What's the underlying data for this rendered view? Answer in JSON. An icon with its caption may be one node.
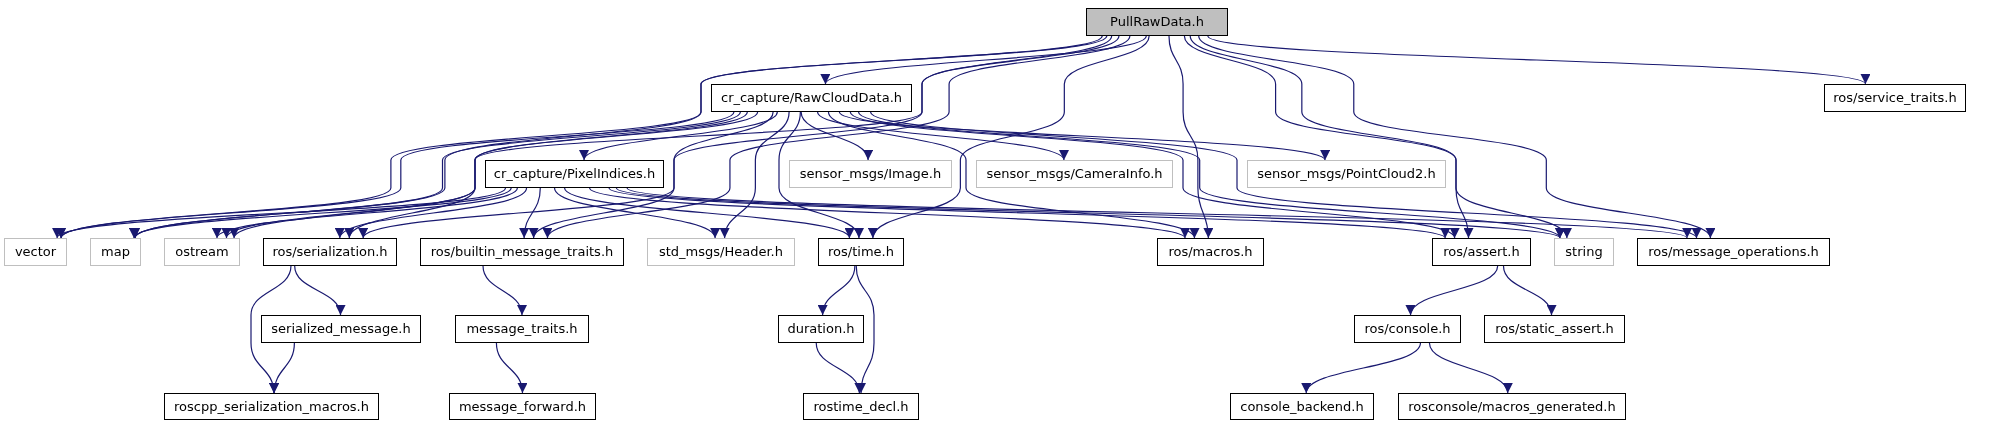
{
  "diagram": {
    "nodes": [
      {
        "text": [
          "PullRawData.h"
        ]
      },
      {
        "text": [
          "cr_capture/RawCloudData.h"
        ]
      },
      {
        "text": [
          "ros/service_traits.h"
        ]
      },
      {
        "text": [
          "cr_capture/PixelIndices.h"
        ]
      },
      {
        "text": [
          "sensor_msgs/Image.h"
        ]
      },
      {
        "text": [
          "sensor_msgs/CameraInfo.h"
        ]
      },
      {
        "text": [
          "sensor_msgs/PointCloud2.h"
        ]
      },
      {
        "text": [
          "vector"
        ]
      },
      {
        "text": [
          "map"
        ]
      },
      {
        "text": [
          "ostream"
        ]
      },
      {
        "text": [
          "ros/serialization.h"
        ]
      },
      {
        "text": [
          "ros/builtin_message_traits.h"
        ]
      },
      {
        "text": [
          "std_msgs/Header.h"
        ]
      },
      {
        "text": [
          "ros/time.h"
        ]
      },
      {
        "text": [
          "ros/macros.h"
        ]
      },
      {
        "text": [
          "ros/assert.h"
        ]
      },
      {
        "text": [
          "string"
        ]
      },
      {
        "text": [
          "ros/message_operations.h"
        ]
      },
      {
        "text": [
          "serialized_message.h"
        ]
      },
      {
        "text": [
          "message_traits.h"
        ]
      },
      {
        "text": [
          "duration.h"
        ]
      },
      {
        "text": [
          "ros/console.h"
        ]
      },
      {
        "text": [
          "ros/static_assert.h"
        ]
      },
      {
        "text": [
          "roscpp_serialization_macros.h"
        ]
      },
      {
        "text": [
          "message_forward.h"
        ]
      },
      {
        "text": [
          "rostime_decl.h"
        ]
      },
      {
        "text": [
          "console_backend.h"
        ]
      },
      {
        "text": [
          "rosconsole/macros_generated.h"
        ]
      }
    ],
    "edges": [
      {
        "from": 0,
        "to": 1,
        "arrow": "to"
      },
      {
        "from": 0,
        "to": 2,
        "arrow": "to"
      },
      {
        "from": 0,
        "to": 7,
        "arrow": "to"
      },
      {
        "from": 0,
        "to": 8,
        "arrow": "to"
      },
      {
        "from": 0,
        "to": 9,
        "arrow": "to"
      },
      {
        "from": 0,
        "to": 10,
        "arrow": "to"
      },
      {
        "from": 0,
        "to": 11,
        "arrow": "to"
      },
      {
        "from": 0,
        "to": 13,
        "arrow": "to"
      },
      {
        "from": 0,
        "to": 14,
        "arrow": "to"
      },
      {
        "from": 0,
        "to": 15,
        "arrow": "to"
      },
      {
        "from": 0,
        "to": 16,
        "arrow": "to"
      },
      {
        "from": 0,
        "to": 17,
        "arrow": "to"
      },
      {
        "from": 1,
        "to": 3,
        "arrow": "to"
      },
      {
        "from": 1,
        "to": 4,
        "arrow": "to"
      },
      {
        "from": 1,
        "to": 5,
        "arrow": "to"
      },
      {
        "from": 1,
        "to": 6,
        "arrow": "to"
      },
      {
        "from": 1,
        "to": 7,
        "arrow": "to"
      },
      {
        "from": 1,
        "to": 8,
        "arrow": "to"
      },
      {
        "from": 1,
        "to": 9,
        "arrow": "to"
      },
      {
        "from": 1,
        "to": 10,
        "arrow": "to"
      },
      {
        "from": 1,
        "to": 11,
        "arrow": "to"
      },
      {
        "from": 1,
        "to": 12,
        "arrow": "to"
      },
      {
        "from": 1,
        "to": 13,
        "arrow": "to"
      },
      {
        "from": 1,
        "to": 14,
        "arrow": "to"
      },
      {
        "from": 1,
        "to": 15,
        "arrow": "to"
      },
      {
        "from": 1,
        "to": 16,
        "arrow": "to"
      },
      {
        "from": 1,
        "to": 17,
        "arrow": "to"
      },
      {
        "from": 3,
        "to": 7,
        "arrow": "to"
      },
      {
        "from": 3,
        "to": 8,
        "arrow": "to"
      },
      {
        "from": 3,
        "to": 9,
        "arrow": "to"
      },
      {
        "from": 3,
        "to": 10,
        "arrow": "to"
      },
      {
        "from": 3,
        "to": 11,
        "arrow": "to"
      },
      {
        "from": 3,
        "to": 12,
        "arrow": "to"
      },
      {
        "from": 3,
        "to": 13,
        "arrow": "to"
      },
      {
        "from": 3,
        "to": 14,
        "arrow": "to"
      },
      {
        "from": 3,
        "to": 15,
        "arrow": "to"
      },
      {
        "from": 3,
        "to": 16,
        "arrow": "to"
      },
      {
        "from": 3,
        "to": 17,
        "arrow": "to"
      },
      {
        "from": 10,
        "to": 18,
        "arrow": "to"
      },
      {
        "from": 10,
        "to": 23,
        "arrow": "to"
      },
      {
        "from": 18,
        "to": 23,
        "arrow": "to"
      },
      {
        "from": 11,
        "to": 19,
        "arrow": "to"
      },
      {
        "from": 19,
        "to": 24,
        "arrow": "to"
      },
      {
        "from": 13,
        "to": 20,
        "arrow": "to"
      },
      {
        "from": 13,
        "to": 25,
        "arrow": "to"
      },
      {
        "from": 20,
        "to": 25,
        "arrow": "to"
      },
      {
        "from": 15,
        "to": 21,
        "arrow": "to"
      },
      {
        "from": 15,
        "to": 22,
        "arrow": "to"
      },
      {
        "from": 21,
        "to": 26,
        "arrow": "to"
      },
      {
        "from": 21,
        "to": 27,
        "arrow": "to"
      }
    ]
  }
}
